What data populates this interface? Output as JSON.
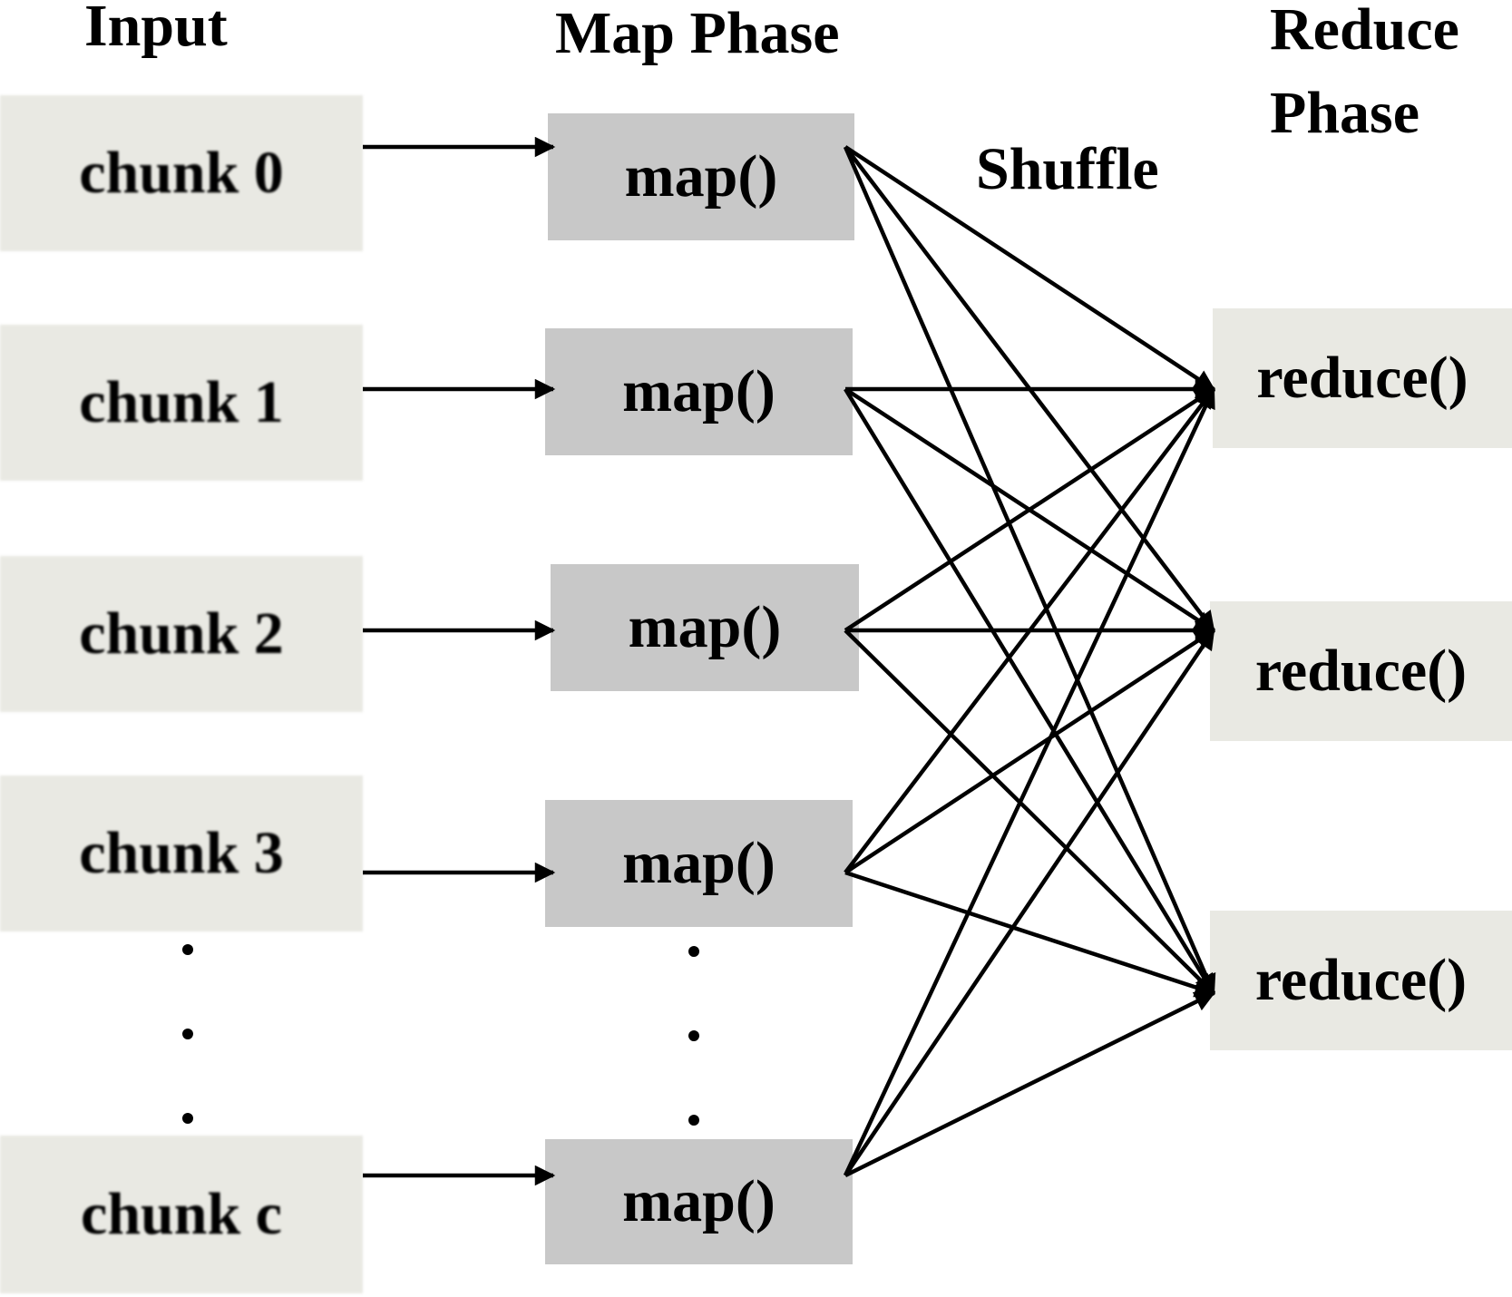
{
  "headers": {
    "input": "Input",
    "map_phase": "Map Phase",
    "shuffle": "Shuffle",
    "reduce_line1": "Reduce",
    "reduce_line2": "Phase"
  },
  "inputs": [
    "chunk 0",
    "chunk 1",
    "chunk 2",
    "chunk 3",
    "chunk c"
  ],
  "maps": [
    "map()",
    "map()",
    "map()",
    "map()",
    "map()"
  ],
  "reducers": [
    "reduce()",
    "reduce()",
    "reduce()"
  ],
  "ellipsis": ". . .",
  "colors": {
    "input_box": "#e9e9e3",
    "map_box": "#c8c8c8",
    "reduce_box": "#e9e9e3",
    "line": "#000000"
  }
}
